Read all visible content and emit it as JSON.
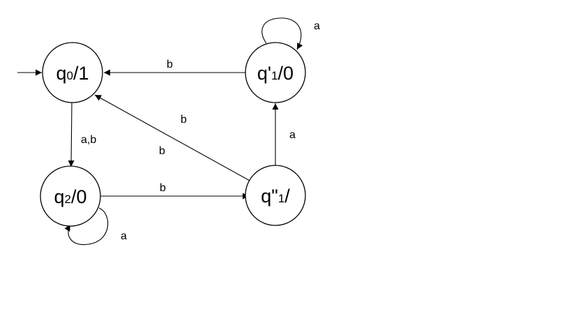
{
  "states": [
    {
      "id": "q0",
      "base": "q",
      "subscript": "0",
      "suffix": "/1"
    },
    {
      "id": "q1p",
      "base": "q'",
      "subscript": "1",
      "suffix": "/0"
    },
    {
      "id": "q2",
      "base": "q",
      "subscript": "2",
      "suffix": "/0"
    },
    {
      "id": "q1pp",
      "base": "q\"",
      "subscript": "1",
      "suffix": "/"
    }
  ],
  "transitions": [
    {
      "from": "start",
      "to": "q0",
      "label": ""
    },
    {
      "from": "q1p",
      "to": "q0",
      "label": "b"
    },
    {
      "from": "q1p",
      "to": "q1p",
      "label": "a"
    },
    {
      "from": "q0",
      "to": "q2",
      "label": "a,b"
    },
    {
      "from": "q2",
      "to": "q2",
      "label": "a"
    },
    {
      "from": "q2",
      "to": "q1pp",
      "label": "b"
    },
    {
      "from": "q1pp",
      "to": "q0",
      "label": "b"
    },
    {
      "from": "q1pp",
      "to": "q0",
      "label_extra": "b"
    },
    {
      "from": "q1pp",
      "to": "q1p",
      "label": "a"
    }
  ],
  "colors": {
    "stroke": "#000000",
    "background": "#ffffff"
  }
}
